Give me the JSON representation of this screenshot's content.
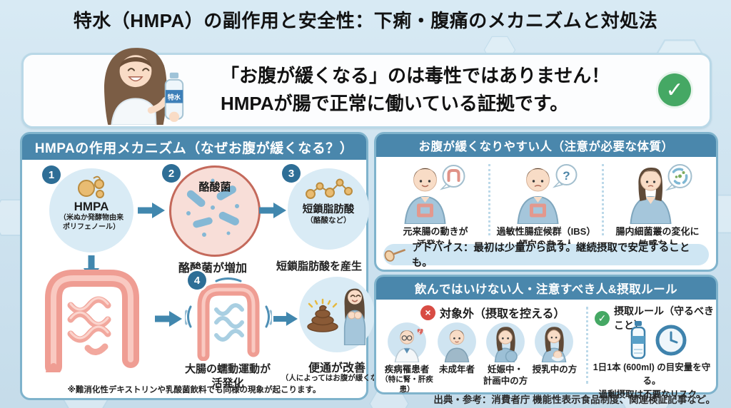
{
  "title": "特水（HMPA）の副作用と安全性：下痢・腹痛のメカニズムと対処法",
  "banner": {
    "line1": "「お腹が緩くなる」のは毒性ではありません！",
    "line2": "HMPAが腸で正常に働いている証拠です。",
    "bottle_label": "特水",
    "check_glyph": "✓"
  },
  "mech": {
    "header": "HMPAの作用メカニズム（なぜお腹が緩くなる？）",
    "step1": {
      "num": "1",
      "label": "HMPA",
      "sub1": "（米ぬか発酵物由来",
      "sub2": "ポリフェノール）"
    },
    "step2": {
      "num": "2",
      "label": "酪酸菌",
      "caption": "酪酸菌が増加"
    },
    "step3": {
      "num": "3",
      "label": "短鎖脂肪酸",
      "sub": "（酪酸など）",
      "caption": "短鎖脂肪酸を産生"
    },
    "step4": {
      "num": "4",
      "cap1": "大腸の蠕動運動が",
      "cap2": "活発化"
    },
    "result": {
      "line1": "便通が改善",
      "line2": "（人によってはお腹が緩くなる）"
    },
    "footnote": "※難消化性デキストリンや乳酸菌飲料でも同様の現象が起こります。"
  },
  "sens": {
    "header": "お腹が緩くなりやすい人（注意が必要な体質）",
    "types": [
      {
        "line1": "元来腸の動きが",
        "line2": "活発な人"
      },
      {
        "line1": "過敏性腸症候群（IBS）",
        "line2": "傾向のある人",
        "bubble": "?"
      },
      {
        "line1": "腸内細菌叢の変化に",
        "line2": "敏感な人"
      }
    ],
    "advice": "アドバイス：最初は少量から試す。継続摂取で安定することも。"
  },
  "rules": {
    "header": "飲んではいけない人・注意すべき人&摂取ルール",
    "excluded": {
      "mark": "×",
      "title": "対象外（摂取を控える）",
      "people": [
        {
          "line1": "疾病罹患者",
          "line2": "（特に腎・肝疾患）"
        },
        {
          "line1": "未成年者"
        },
        {
          "line1": "妊娠中・",
          "line2": "計画中の方"
        },
        {
          "line1": "授乳中の方"
        }
      ]
    },
    "intake": {
      "mark": "✓",
      "title": "摂取ルール（守るべきこと）",
      "line1": "1日1本 (600ml) の目安量を守る。",
      "line2": "過剰摂取は不要なリスク。"
    }
  },
  "footer": "出典・参考：消費者庁 機能性表示食品制度、関連検証記事など。",
  "colors": {
    "background": "#cde2ef",
    "panel_header": "#4a87ac",
    "panel_border": "#7fb3cc",
    "badge": "#2e6e96",
    "arrow": "#4187ae",
    "step_circle": "#d9ebf5",
    "bacteria_circle": "#f8ded8",
    "bacteria_border": "#c4695b",
    "intestine": "#ef9d93",
    "molecule": "#e9bc72",
    "check_green": "#45a864",
    "cross_red": "#d84c44",
    "advice_pill": "#cfe6f3"
  }
}
